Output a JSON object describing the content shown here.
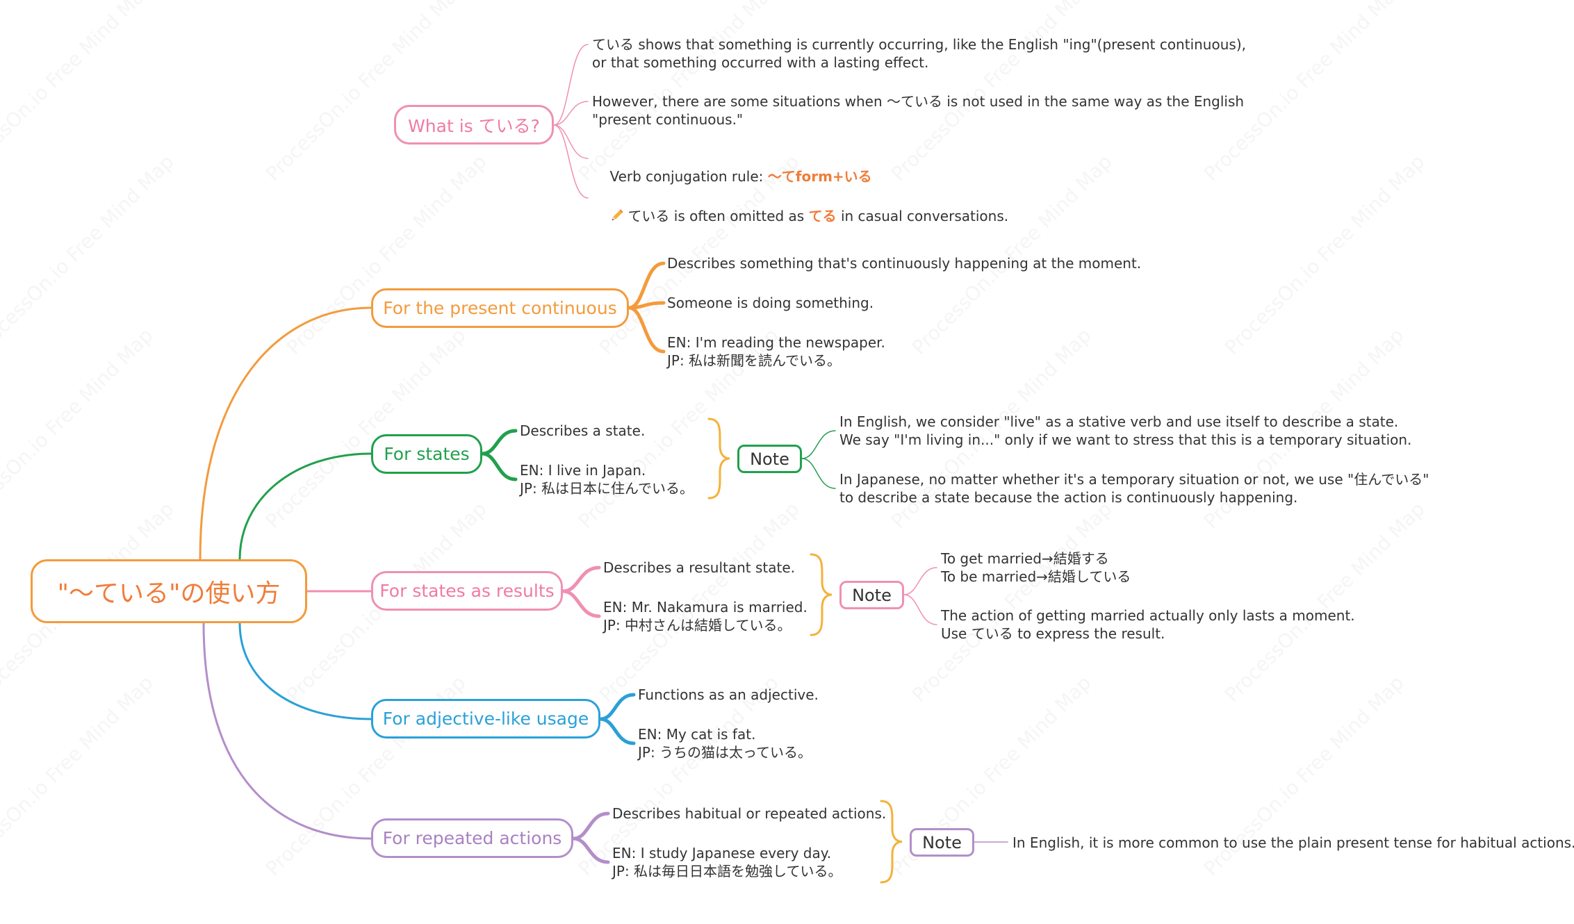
{
  "watermark": "ProcessOn.io Free Mind Map",
  "colors": {
    "orange": "#f39b3c",
    "pink": "#f08fb3",
    "green": "#21a04c",
    "blue": "#2aa0d8",
    "purple": "#b38ec9",
    "note_bracket": "#f4b13a",
    "highlight": "#ef7d3a"
  },
  "root": {
    "label": "\"〜ている\"の使い方"
  },
  "what": {
    "label": "What is ている?",
    "items": [
      "ている shows that something is currently occurring, like the English \"ing\"(present continuous),\nor that something occurred with a lasting effect.",
      "However, there are some situations when 〜ている is not used in the same way as the English\n\"present continuous.\"",
      {
        "prefix": "Verb conjugation rule: ",
        "highlight": "〜てform+いる"
      },
      {
        "icon": "pencil-icon",
        "prefix": "ている is often omitted as ",
        "highlight": "てる",
        "suffix": " in casual conversations."
      }
    ]
  },
  "present": {
    "label": "For the present continuous",
    "items": [
      "Describes something that's continuously happening at the moment.",
      "Someone is doing something.",
      "EN: I'm reading the newspaper.\nJP: 私は新聞を読んでいる。"
    ]
  },
  "states": {
    "label": "For states",
    "items": [
      "Describes a state.",
      "EN: I live in Japan.\nJP: 私は日本に住んでいる。"
    ],
    "note_label": "Note",
    "note_items": [
      "In English, we consider \"live\" as a stative verb and use itself to describe a state.\nWe say \"I'm living in...\" only if we want to stress that this is a temporary situation.",
      "In Japanese, no matter whether it's a temporary situation or not, we use \"住んでいる\"\nto describe a state because the action is continuously happening."
    ]
  },
  "results": {
    "label": "For states as results",
    "items": [
      "Describes a resultant state.",
      "EN: Mr. Nakamura is married.\nJP: 中村さんは結婚している。"
    ],
    "note_label": "Note",
    "note_items": [
      "To get married→結婚する\nTo be married→結婚している",
      "The action of getting married actually only lasts a moment.\nUse ている to express the result."
    ]
  },
  "adjective": {
    "label": "For adjective-like usage",
    "items": [
      "Functions as an adjective.",
      "EN: My cat is fat.\nJP: うちの猫は太っている。"
    ]
  },
  "repeated": {
    "label": "For repeated actions",
    "items": [
      "Describes habitual or repeated actions.",
      "EN: I study Japanese every day.\nJP: 私は毎日日本語を勉強している。"
    ],
    "note_label": "Note",
    "note_items": [
      "In English, it is more common to use the plain present tense for habitual actions."
    ]
  }
}
